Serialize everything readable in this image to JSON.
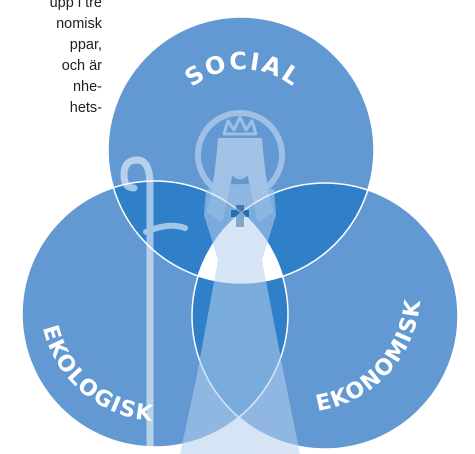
{
  "text_fragment": [
    "upp i tre",
    "nomisk",
    "ppar,",
    "och är",
    "nhe-",
    "hets-"
  ],
  "circles": {
    "social": "SOCIAL",
    "ekologisk": "EKOLOGISK",
    "ekonomisk": "EKONOMISK"
  },
  "colors": {
    "circle": "#6399d3",
    "overlap": "#2f80c8",
    "center": "#ffffff",
    "figure": "#b6d0ee"
  },
  "icons": {
    "figure": "saint-with-crozier-and-crown"
  }
}
